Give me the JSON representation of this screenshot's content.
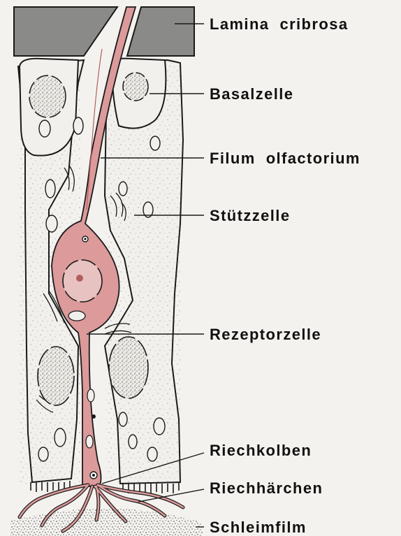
{
  "colors": {
    "background": "#f4f2ef",
    "outline": "#1a1a1a",
    "lamina": "#8a8a88",
    "cell_fill": "#f1f0ec",
    "receptor_fill": "#dc9a9a",
    "receptor_dark": "#b06060",
    "nucleus_fill": "#e9e7e2",
    "mucus_stipple": "#555555"
  },
  "labels": {
    "lamina_cribrosa": "Lamina  cribrosa",
    "basalzelle": "Basalzelle",
    "filum_olfactorium": "Filum  olfactorium",
    "stuetzzelle": "Stützzelle",
    "rezeptorzelle": "Rezeptorzelle",
    "riechkolben": "Riechkolben",
    "riechhaerchen": "Riechhärchen",
    "schleimfilm": "Schleimfilm"
  }
}
